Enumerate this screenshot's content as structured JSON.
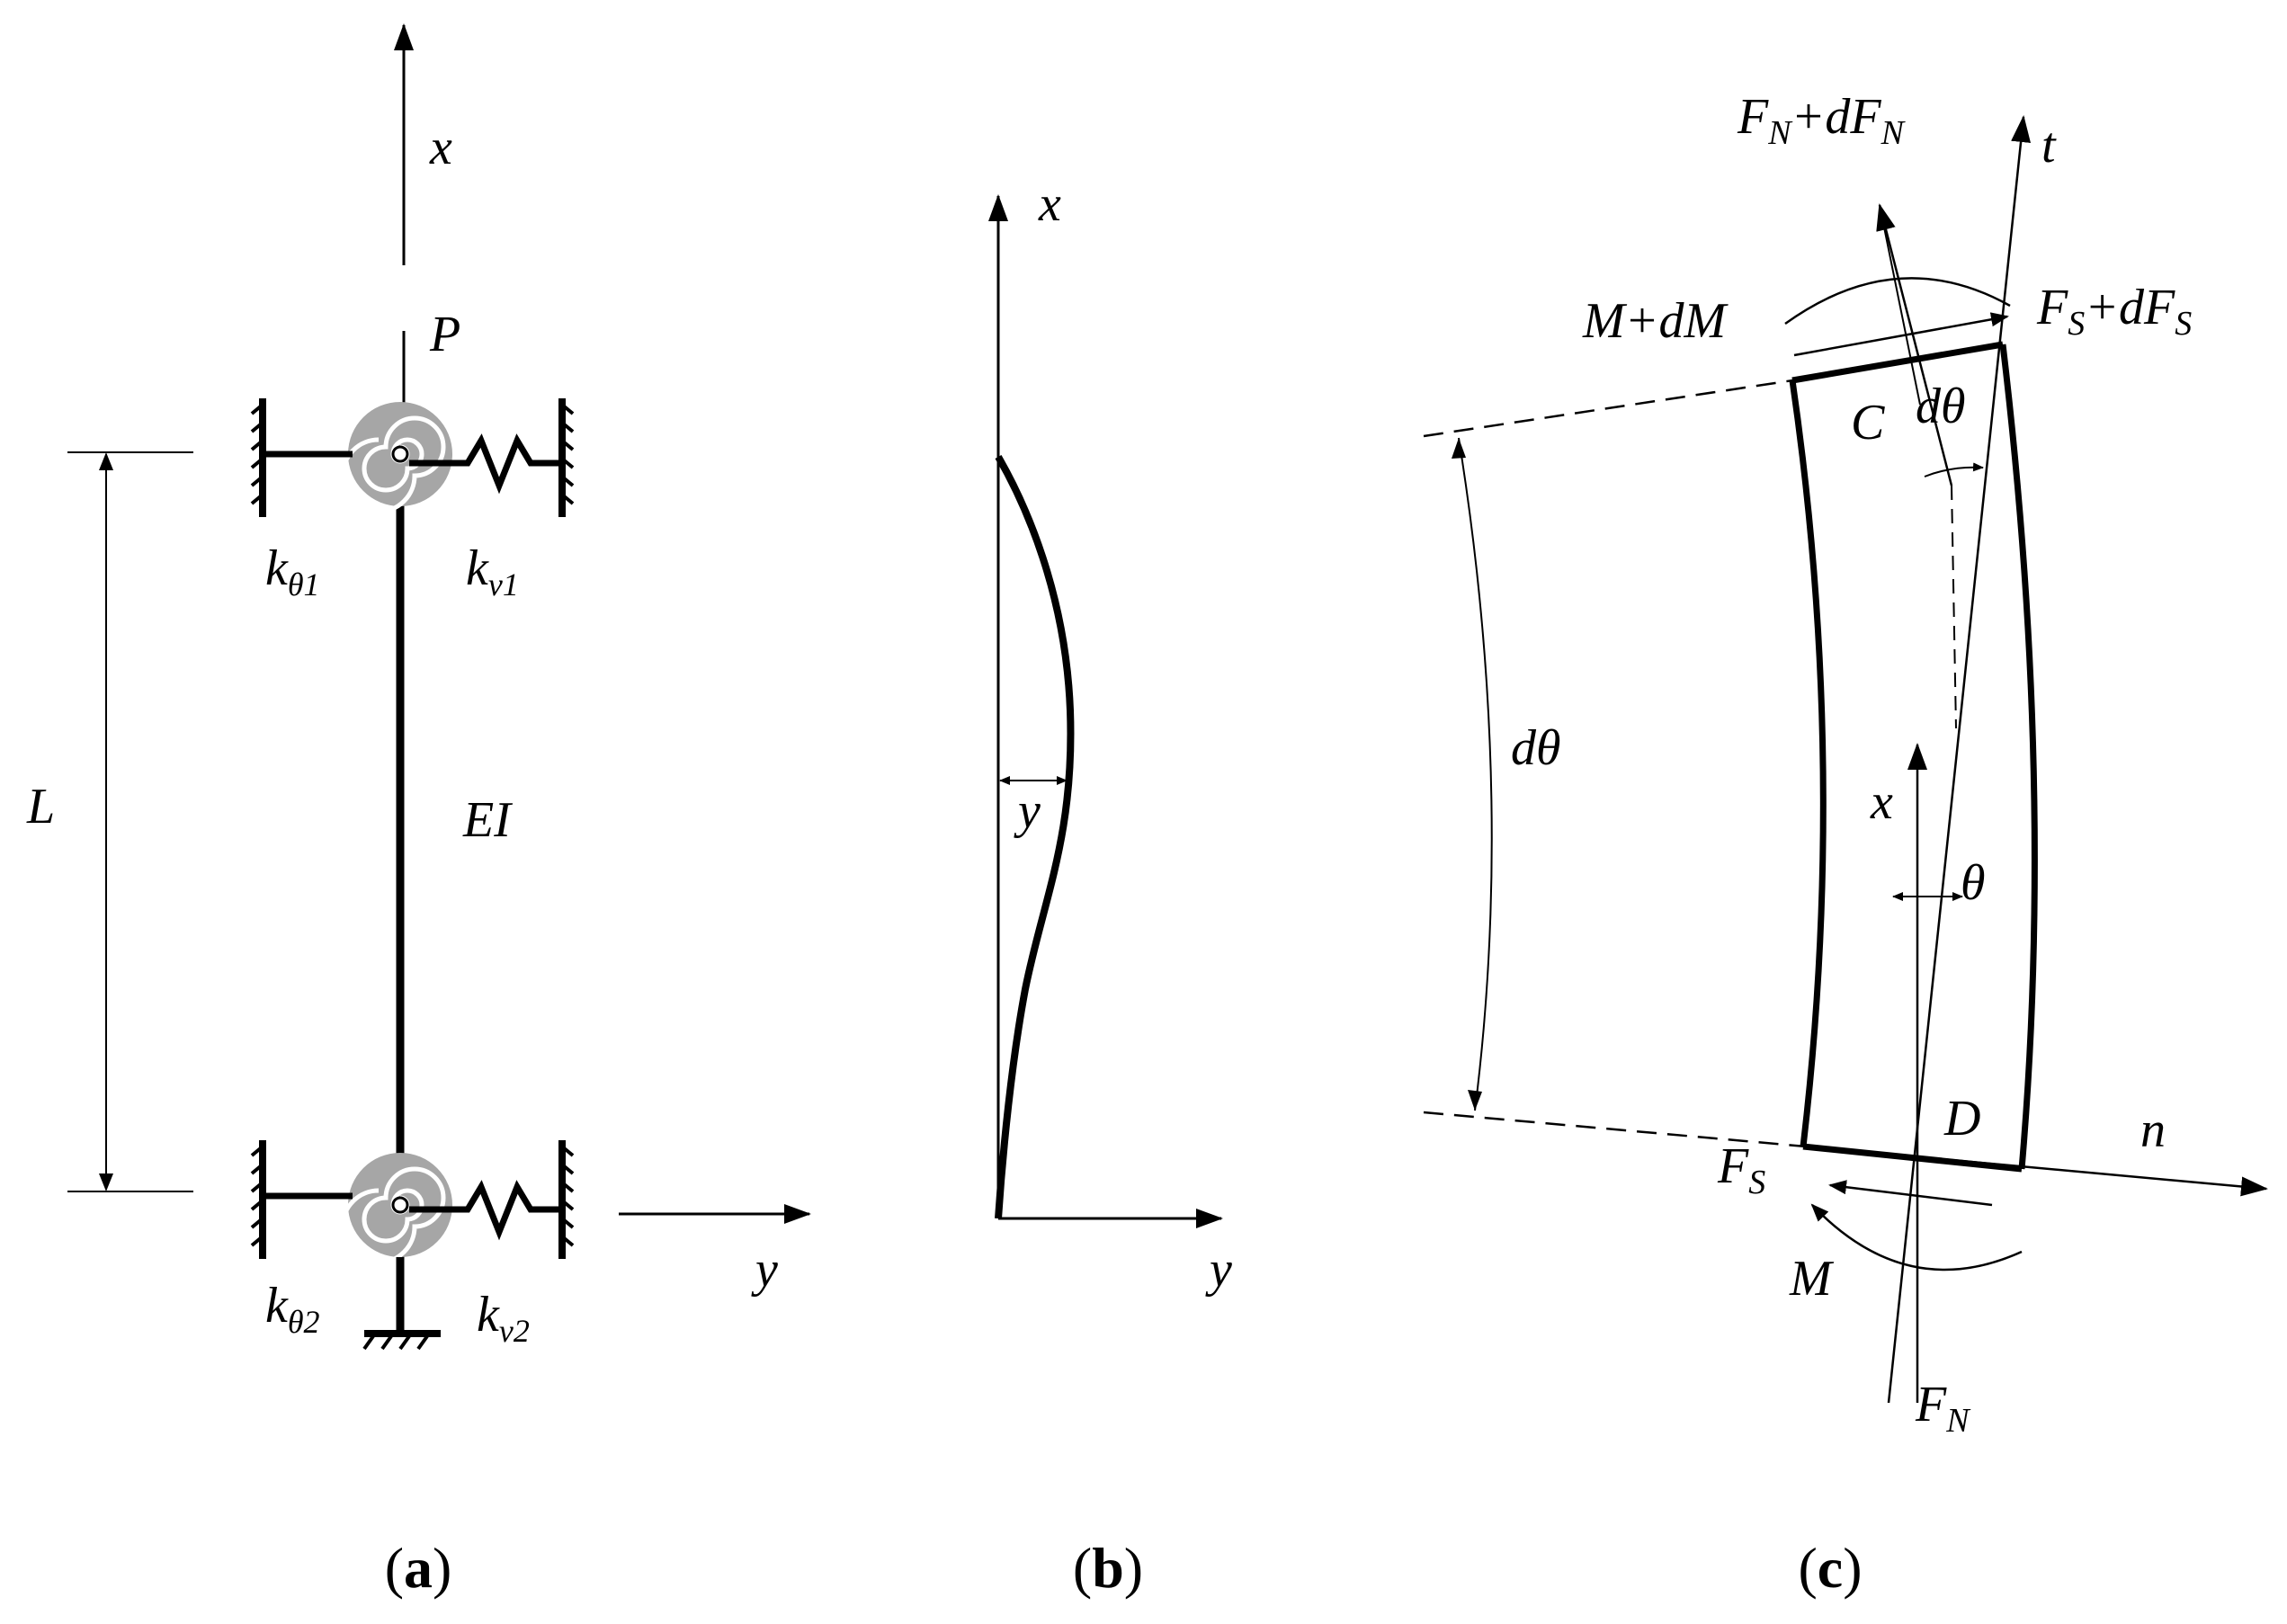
{
  "panels": {
    "a": {
      "caption_open": "(",
      "caption_letter": "a",
      "caption_close": ")",
      "labels": {
        "x": "x",
        "y": "y",
        "P": "P",
        "L": "L",
        "EI": "EI",
        "k_theta1": "k",
        "k_theta1_sub": "θ1",
        "k_v1": "k",
        "k_v1_sub": "v1",
        "k_theta2": "k",
        "k_theta2_sub": "θ2",
        "k_v2": "k",
        "k_v2_sub": "v2"
      }
    },
    "b": {
      "caption_open": "(",
      "caption_letter": "b",
      "caption_close": ")",
      "labels": {
        "x": "x",
        "y_axis": "y",
        "y_deflection": "y"
      }
    },
    "c": {
      "caption_open": "(",
      "caption_letter": "c",
      "caption_close": ")",
      "labels": {
        "FN_top": "F",
        "FN_top_sub": "N",
        "FN_top_plus": "+dF",
        "FN_top_sub2": "N",
        "t": "t",
        "M_dM": "M+dM",
        "FS_top": "F",
        "FS_top_sub": "S",
        "FS_top_plus": "+dF",
        "FS_top_sub2": "S",
        "C": "C",
        "dtheta_top": "dθ",
        "dtheta_left": "dθ",
        "x": "x",
        "theta": "θ",
        "D": "D",
        "n": "n",
        "FS_bottom": "F",
        "FS_bottom_sub": "S",
        "M": "M",
        "FN_bottom": "F",
        "FN_bottom_sub": "N"
      }
    }
  },
  "colors": {
    "ink": "#000000",
    "spring_grey": "#9a9a9a"
  }
}
